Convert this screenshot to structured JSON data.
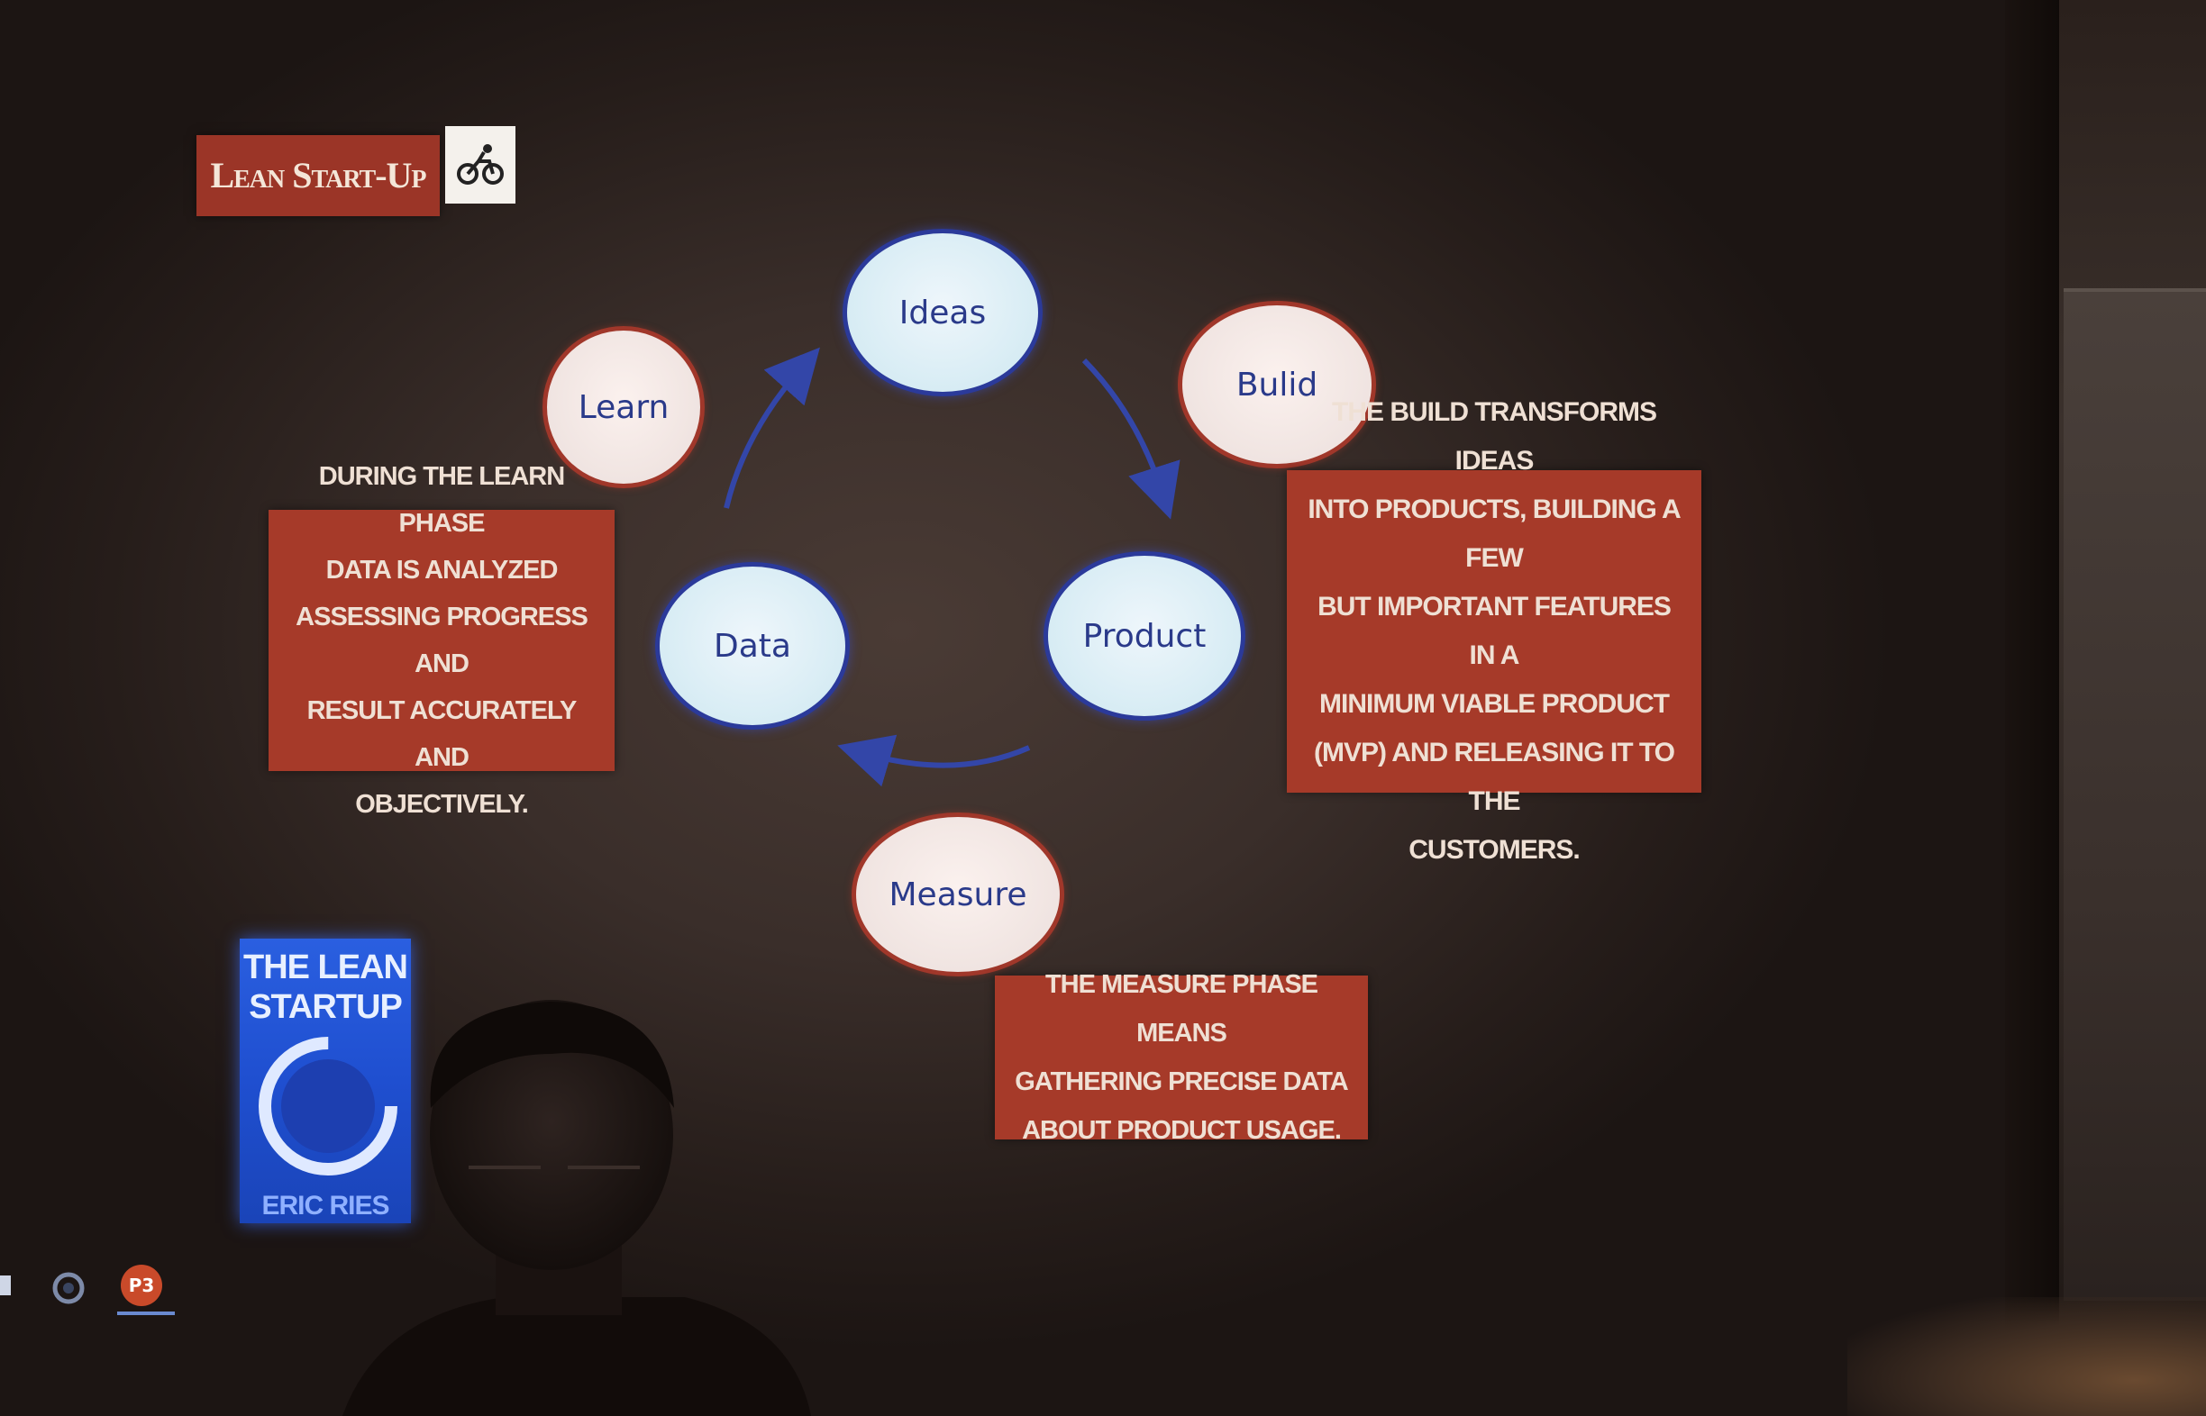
{
  "slide": {
    "title": "Lean Start-Up",
    "logo_icon": "cyclist-icon"
  },
  "cycle": {
    "nodes": {
      "ideas": "Ideas",
      "build": "Bulid",
      "product": "Product",
      "measure": "Measure",
      "data": "Data",
      "learn": "Learn"
    }
  },
  "notes": {
    "learn": [
      "During the Learn phase",
      "data is analyzed",
      "assessing progress and",
      "result accurately and",
      "objectively."
    ],
    "build": [
      "The Build transforms ideas",
      "into products, building a few",
      "but important features in a",
      "Minimum Viable Product",
      "(MVP) and releasing it to the",
      "customers."
    ],
    "measure": [
      "The Measure phase means",
      "gathering precise data",
      "about product usage."
    ]
  },
  "book": {
    "title_line1": "THE LEAN",
    "title_line2": "STARTUP",
    "author": "ERIC RIES"
  },
  "taskbar": {
    "icons": [
      "explorer-icon",
      "browser-icon",
      "powerpoint-icon"
    ],
    "powerpoint_label": "P3"
  },
  "colors": {
    "accent_red": "#a63a29",
    "node_blue_border": "#2b3a9a",
    "node_red_border": "#a0372a",
    "arrow_blue": "#3346a8"
  }
}
